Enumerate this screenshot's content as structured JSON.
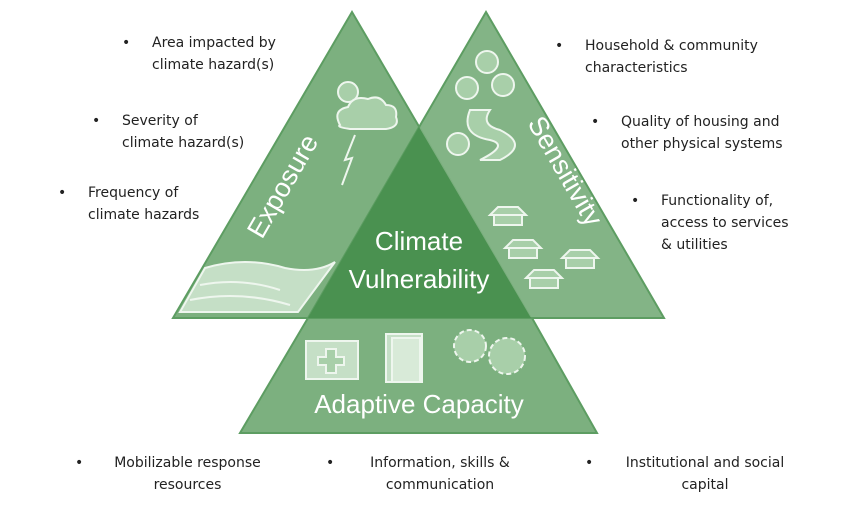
{
  "colors": {
    "medium": "#7cb07f",
    "dark": "#4a9150",
    "stroke": "#5d9d62",
    "light": "#c5dfc6"
  },
  "triangles": {
    "exposure": "Exposure",
    "sensitivity": "Sensitivity",
    "center_line1": "Climate",
    "center_line2": "Vulnerability",
    "adaptive": "Adaptive Capacity"
  },
  "exposure_bullets": [
    {
      "l1": "Area impacted by",
      "l2": "climate hazard(s)"
    },
    {
      "l1": "Severity of",
      "l2": "climate hazard(s)"
    },
    {
      "l1": "Frequency of",
      "l2": "climate hazards"
    }
  ],
  "sensitivity_bullets": [
    {
      "l1": "Household & community",
      "l2": "characteristics"
    },
    {
      "l1": "Quality of housing and",
      "l2": "other physical systems"
    },
    {
      "l1": "Functionality of,",
      "l2": "access to services",
      "l3": "& utilities"
    }
  ],
  "adaptive_bullets": [
    {
      "l1": "Mobilizable response",
      "l2": "resources"
    },
    {
      "l1": "Information, skills &",
      "l2": "communication"
    },
    {
      "l1": "Institutional and social",
      "l2": "capital"
    }
  ]
}
